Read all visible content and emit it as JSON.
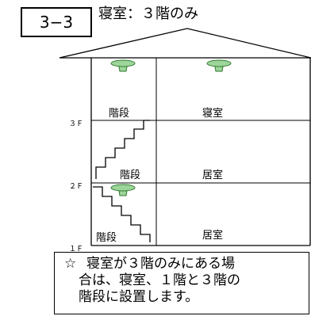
{
  "header": {
    "badge": "3−3",
    "subtitle": "寝室：３階のみ"
  },
  "floors": {
    "f3": "３Ｆ",
    "f2": "２Ｆ",
    "f1": "１Ｆ"
  },
  "rooms": {
    "f3_left": "階段",
    "f3_right": "寝室",
    "f2_left": "階段",
    "f2_right": "居室",
    "f1_left": "階段",
    "f1_right": "居室"
  },
  "note": {
    "star": "☆",
    "line1": "寝室が３階のみにある場",
    "line2": "合は、寝室、１階と３階の",
    "line3": "階段に設置します。"
  },
  "colors": {
    "detector_fill": "#9dd59a",
    "detector_stroke": "#2f7a2f",
    "line": "#000000"
  }
}
